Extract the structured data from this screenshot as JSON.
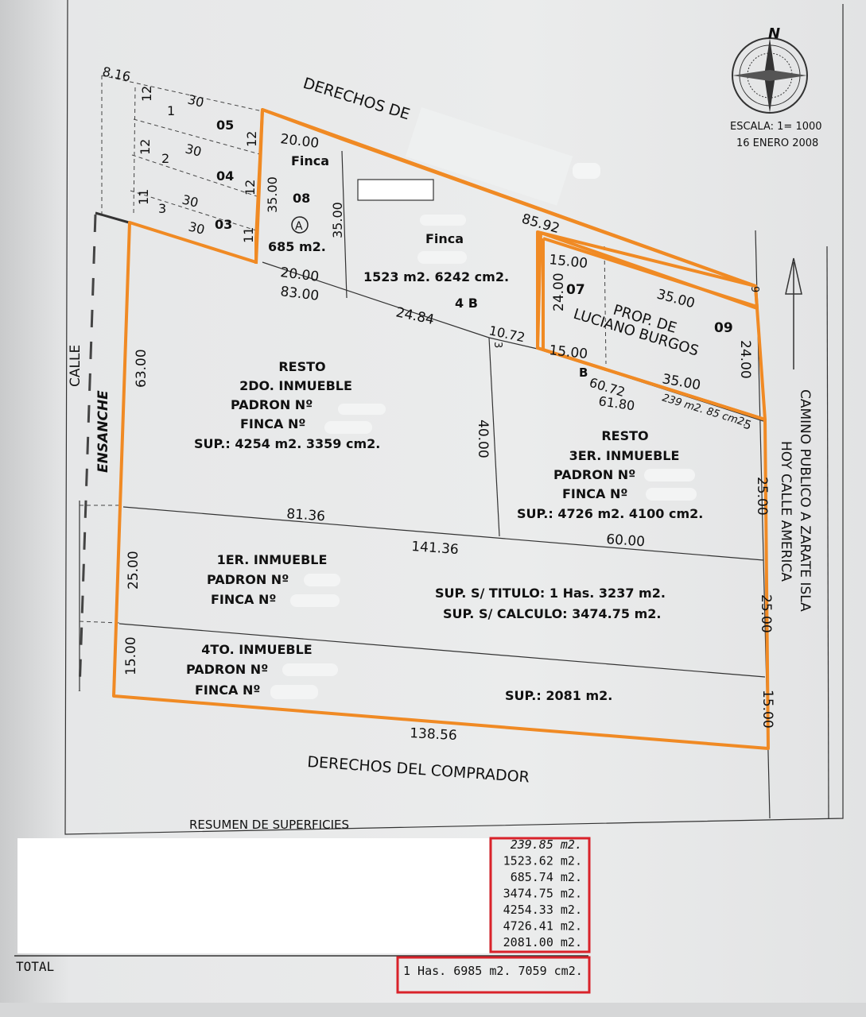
{
  "north": "N",
  "scale": "ESCALA: 1= 1000",
  "date": "16 ENERO 2008",
  "roads": {
    "top": "DERECHOS DE",
    "bottom": "DERECHOS DEL COMPRADOR",
    "left_1": "CALLE",
    "left_2": "ENSANCHE",
    "right_1": "CAMINO PUBLICO A ZARATE ISLA",
    "right_2": "HOY CALLE AMERICA"
  },
  "lots_small": [
    {
      "num": "1",
      "front": "12",
      "depth": "30",
      "code": "05",
      "side": "12"
    },
    {
      "num": "2",
      "front": "12",
      "depth": "30",
      "code": "04",
      "side": "12"
    },
    {
      "num": "3",
      "front": "11",
      "depth": "30",
      "code": "03",
      "side": "11"
    }
  ],
  "top_left_dim": "8.16",
  "parcel_a": {
    "title": "Finca",
    "num": "08",
    "marker": "A",
    "area": "685 m2.",
    "top": "20.00",
    "bottom": "20.00",
    "left": "35.00",
    "right": "35.00"
  },
  "parcel_4b": {
    "title": "Finca",
    "area": "1523 m2. 6242 cm2.",
    "label": "4 B"
  },
  "parcel_07_09": {
    "prop_1": "PROP. DE",
    "prop_2": "LUCIANO BURGOS",
    "lot_07": "07",
    "lot_09": "09",
    "dim_top_07": "15.00",
    "dim_bottom_07": "15.00",
    "dim_left": "24.00",
    "dim_right": "24.00",
    "dim_top_09": "35.00",
    "dim_bottom_09": "35.00",
    "dim_9": "9"
  },
  "dims": {
    "top_long": "85.92",
    "mid_83": "83.00",
    "mid_2484": "24.84",
    "mid_1072": "10.72",
    "mid_3": "3",
    "mid_6072": "60.72",
    "mid_6180": "61.80",
    "strip_area": "239 m2. 85 cm2.",
    "strip_5": "5",
    "b_label": "B",
    "left_6300": "63.00",
    "mid_4000": "40.00",
    "right_2500a": "25.00",
    "line_8136": "81.36",
    "line_14136": "141.36",
    "line_6000": "60.00",
    "left_2500": "25.00",
    "right_2500b": "25.00",
    "left_1500": "15.00",
    "right_1500": "15.00",
    "bottom_13856": "138.56"
  },
  "resto2": {
    "l1": "RESTO",
    "l2": "2DO. INMUEBLE",
    "l3": "PADRON Nº",
    "l4": "FINCA Nº",
    "l5": "SUP.: 4254 m2. 3359 cm2."
  },
  "resto3": {
    "l1": "RESTO",
    "l2": "3ER. INMUEBLE",
    "l3": "PADRON Nº",
    "l4": "FINCA Nº",
    "l5": "SUP.: 4726 m2. 4100 cm2."
  },
  "inm1": {
    "l1": "1ER. INMUEBLE",
    "l2": "PADRON Nº",
    "l3": "FINCA Nº",
    "s1": "SUP. S/ TITULO: 1 Has. 3237 m2.",
    "s2": "SUP. S/ CALCULO: 3474.75 m2."
  },
  "inm4": {
    "l1": "4TO. INMUEBLE",
    "l2": "PADRON Nº",
    "l3": "FINCA Nº",
    "s1": "SUP.: 2081 m2."
  },
  "summary": {
    "title": "RESUMEN DE SUPERFICIES",
    "values": [
      "239.85 m2.",
      "1523.62 m2.",
      "685.74 m2.",
      "3474.75 m2.",
      "4254.33 m2.",
      "4726.41 m2.",
      "2081.00 m2."
    ],
    "total_label": "TOTAL",
    "total": "1 Has. 6985 m2. 7059 cm2."
  },
  "colors": {
    "boundary": "#f08a24",
    "highlight": "#d9222a"
  }
}
